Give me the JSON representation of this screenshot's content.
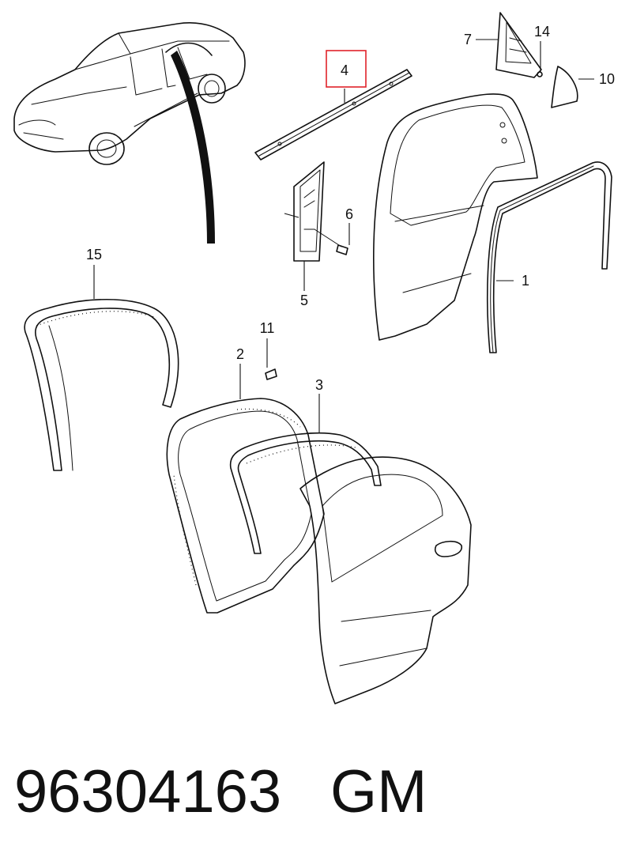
{
  "callouts": [
    {
      "id": "c1",
      "label": "1"
    },
    {
      "id": "c2",
      "label": "2"
    },
    {
      "id": "c3",
      "label": "3"
    },
    {
      "id": "c4",
      "label": "4",
      "highlighted": true,
      "highlight_color": "#e0222a"
    },
    {
      "id": "c5",
      "label": "5"
    },
    {
      "id": "c6",
      "label": "6"
    },
    {
      "id": "c7",
      "label": "7"
    },
    {
      "id": "c10",
      "label": "10"
    },
    {
      "id": "c11",
      "label": "11"
    },
    {
      "id": "c14",
      "label": "14"
    },
    {
      "id": "c15",
      "label": "15"
    }
  ],
  "footer": {
    "part_number": "96304163",
    "brand": "GM"
  }
}
